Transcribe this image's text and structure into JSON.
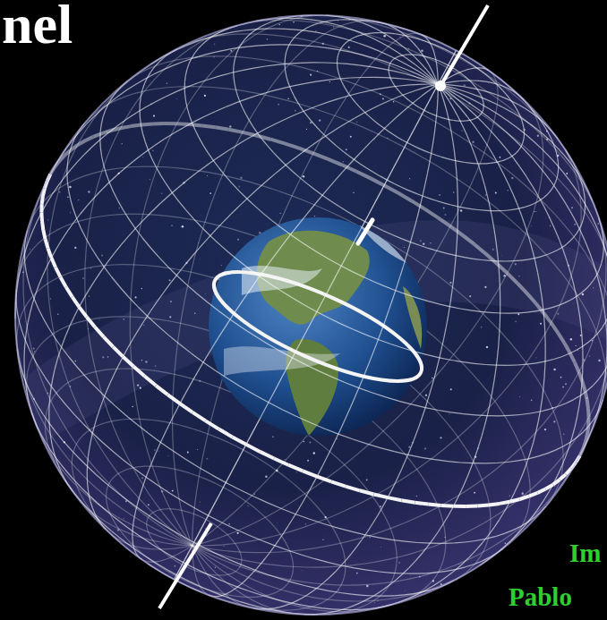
{
  "diagram": {
    "title": "nel",
    "labels": [
      "Im",
      "Pablo"
    ]
  }
}
